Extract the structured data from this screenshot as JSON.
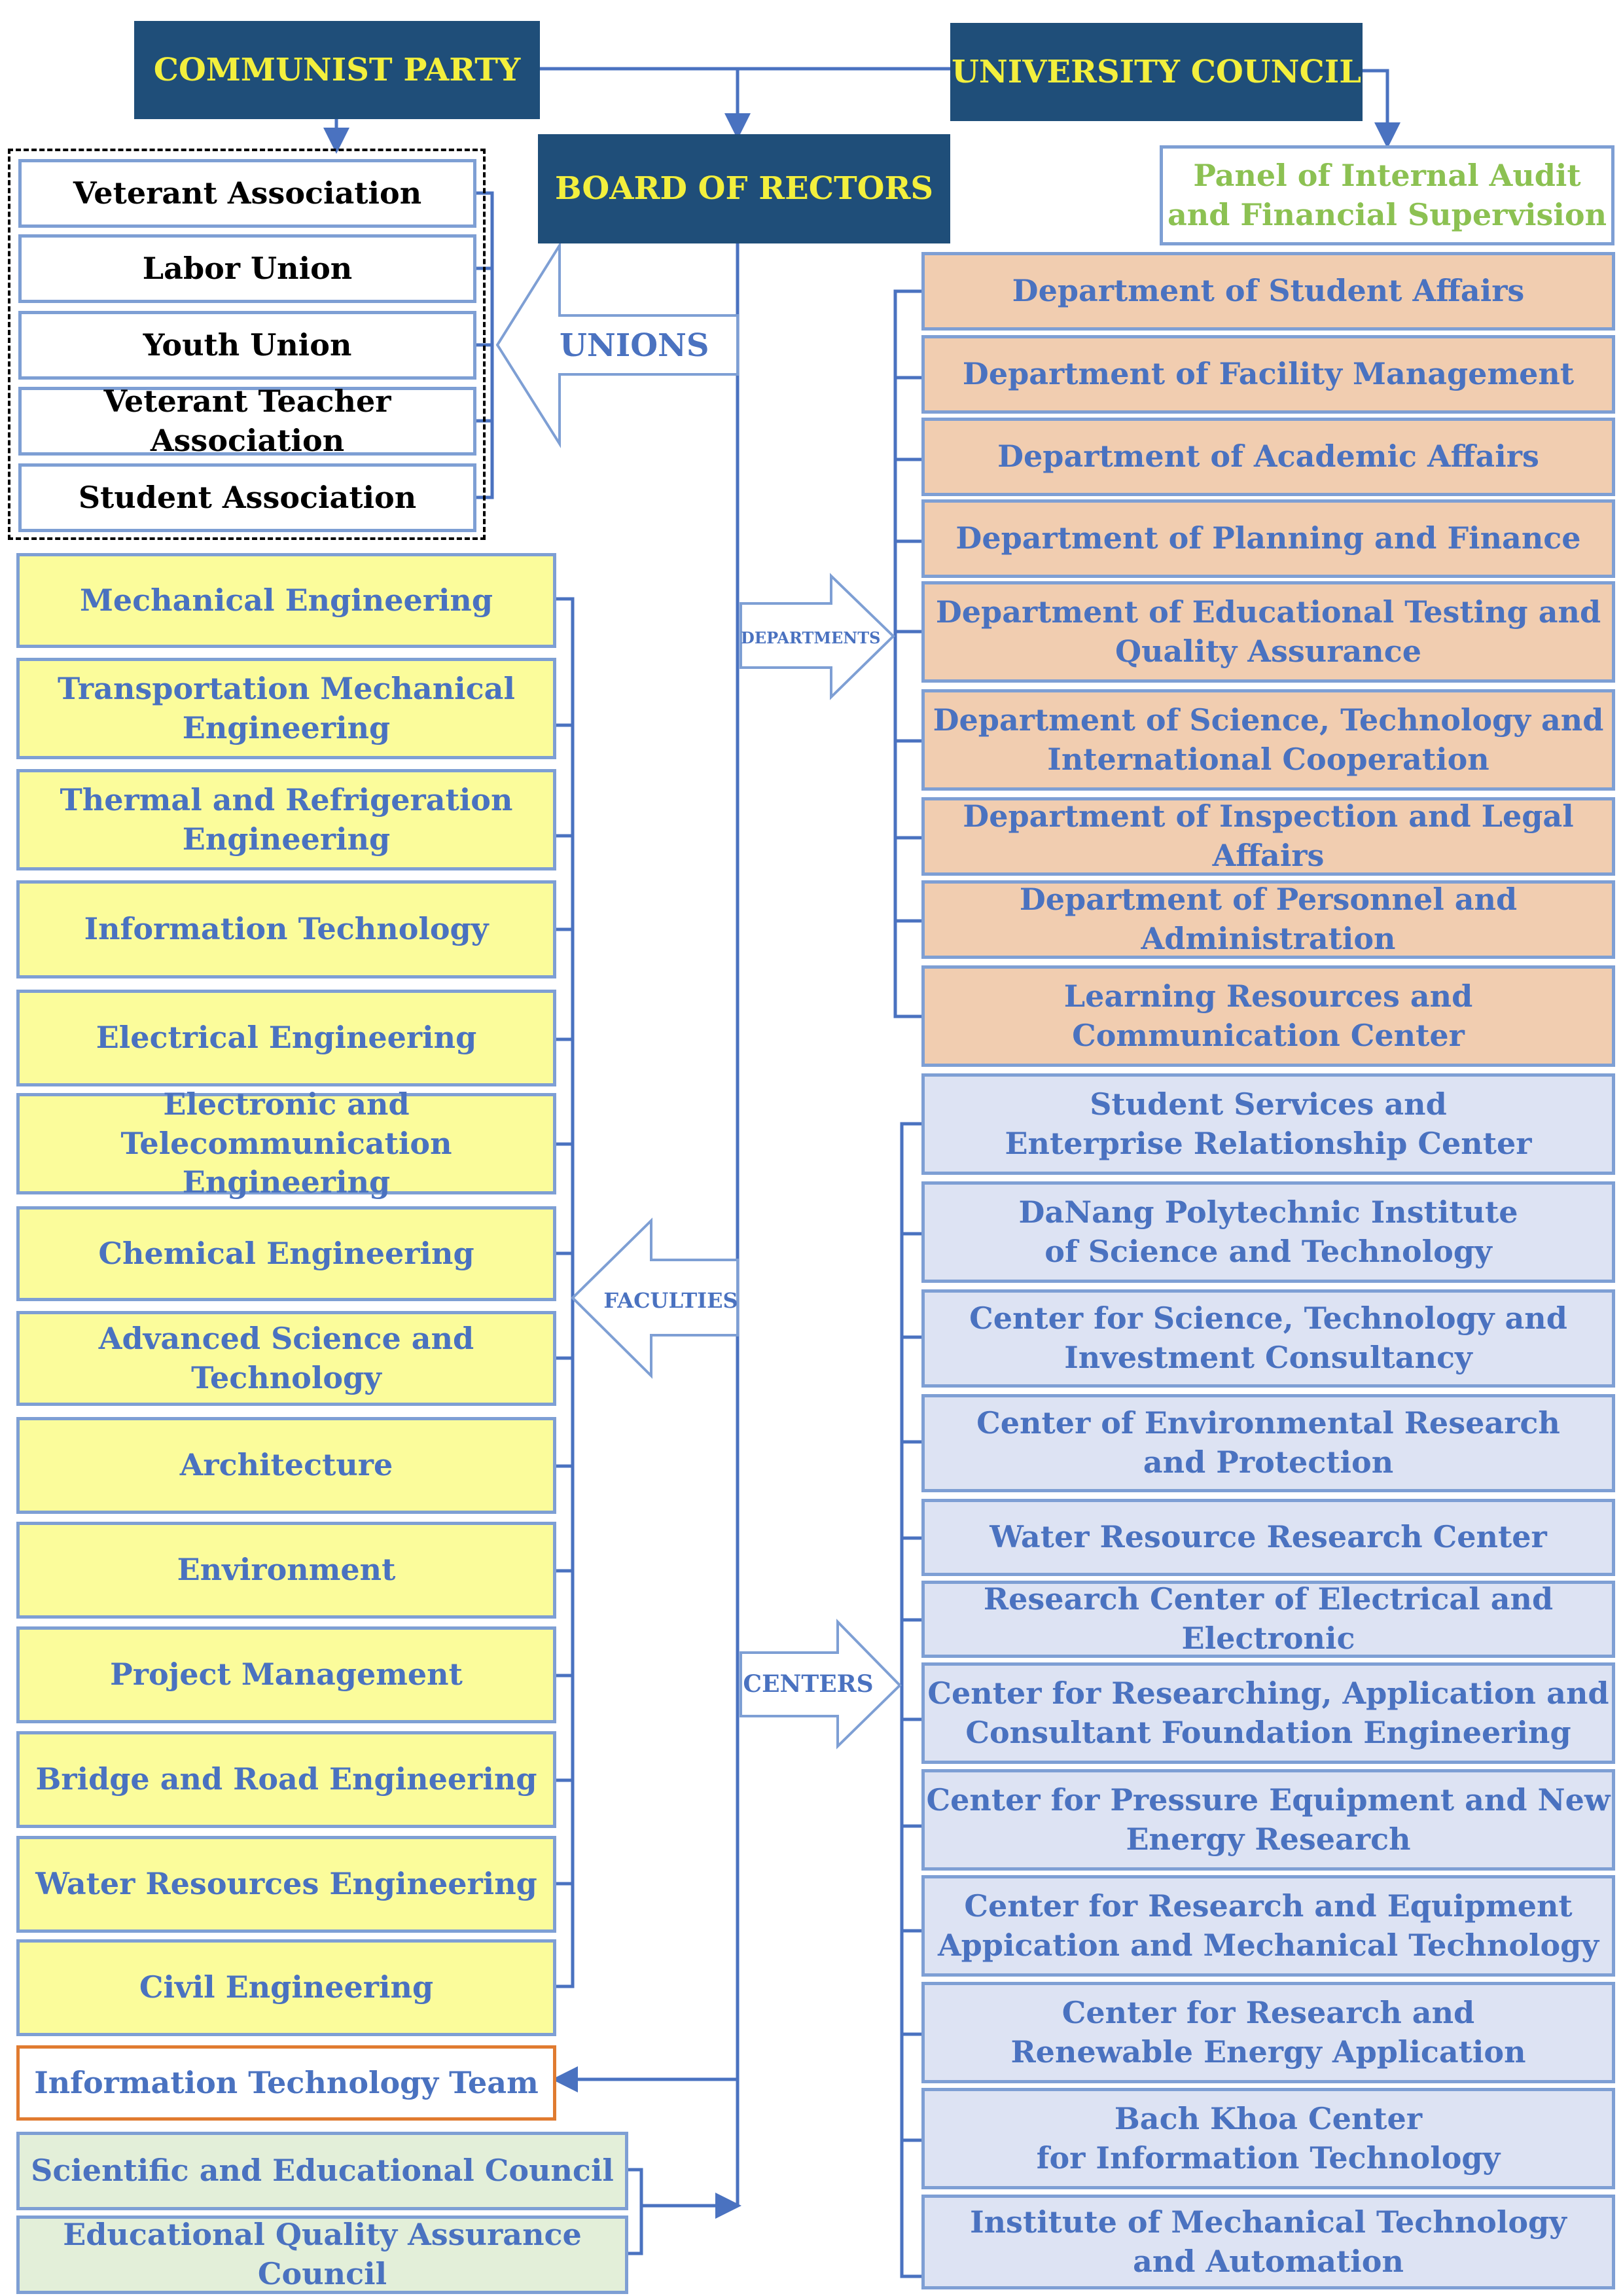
{
  "top": {
    "communist_party": "COMMUNIST PARTY",
    "university_council": "UNIVERSITY COUNCIL",
    "board_of_rectors": "BOARD OF RECTORS",
    "audit_panel": "Panel of Internal Audit\nand Financial Supervision"
  },
  "arrows": {
    "unions": "UNIONS",
    "departments": "DEPARTMENTS",
    "faculties": "FACULTIES",
    "centers": "CENTERS"
  },
  "unions": [
    "Veterant Association",
    "Labor Union",
    "Youth Union",
    "Veterant Teacher Association",
    "Student Association"
  ],
  "faculties": [
    "Mechanical Engineering",
    "Transportation Mechanical\nEngineering",
    "Thermal and Refrigeration\nEngineering",
    "Information Technology",
    "Electrical Engineering",
    "Electronic and\nTelecommunication Engineering",
    "Chemical Engineering",
    "Advanced Science and Technology",
    "Architecture",
    "Environment",
    "Project Management",
    "Bridge and Road Engineering",
    "Water Resources Engineering",
    "Civil Engineering"
  ],
  "it_team": "Information Technology Team",
  "councils": [
    "Scientific and Educational Council",
    "Educational Quality Assurance Council"
  ],
  "departments": [
    "Department of Student Affairs",
    "Department of Facility Management",
    "Department of Academic Affairs",
    "Department of Planning and Finance",
    "Department of Educational Testing and\nQuality Assurance",
    "Department of Science, Technology and\nInternational Cooperation",
    "Department of Inspection and Legal Affairs",
    "Department of Personnel and Administration",
    "Learning Resources and\nCommunication Center"
  ],
  "centers": [
    "Student Services and\nEnterprise Relationship Center",
    "DaNang Polytechnic Institute\nof Science and Technology",
    "Center for Science, Technology and\nInvestment Consultancy",
    "Center of Environmental Research\nand Protection",
    "Water Resource Research Center",
    "Research Center of Electrical and Electronic",
    "Center for Researching, Application and\nConsultant Foundation Engineering",
    "Center for Pressure Equipment and New\nEnergy Research",
    "Center for Research and Equipment\nAppication and Mechanical Technology",
    "Center for Research and\nRenewable Energy Application",
    "Bach Khoa Center\nfor Information Technology",
    "Institute of Mechanical Technology\nand Automation"
  ]
}
